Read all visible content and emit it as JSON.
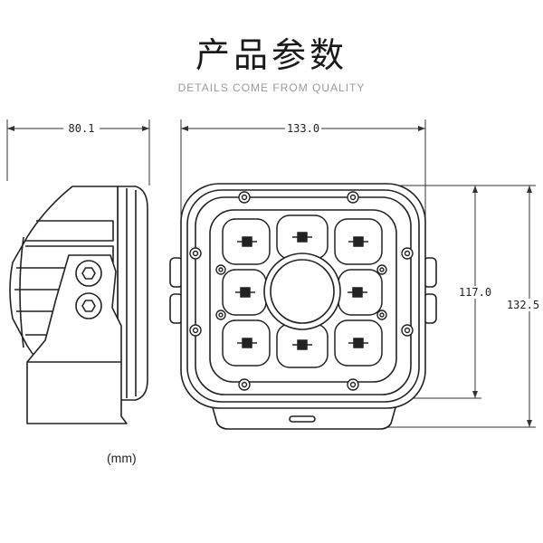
{
  "header": {
    "title": "产品参数",
    "subtitle": "DETAILS COME FROM QUALITY"
  },
  "dimensions": {
    "depth": "80.1",
    "width": "133.0",
    "lens_height": "117.0",
    "total_height": "132.5"
  },
  "unit_label": "(mm)"
}
